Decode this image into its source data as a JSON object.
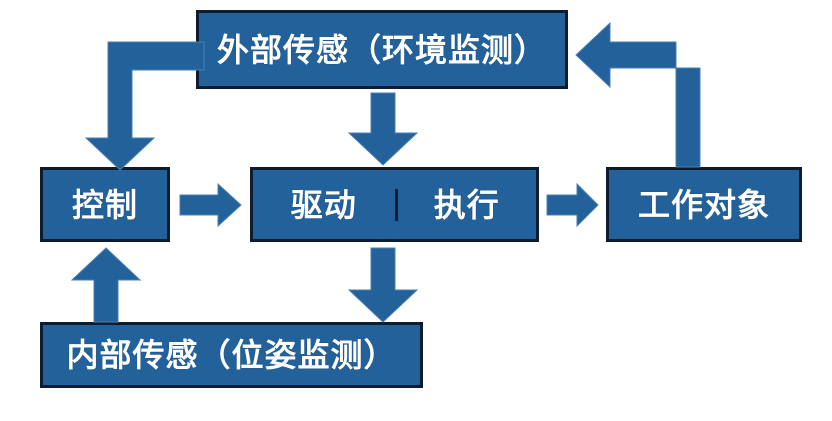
{
  "diagram": {
    "type": "block-flow",
    "title": "",
    "background_color": "#ffffff",
    "node_fill_color": "#23619b",
    "node_border_color": "#0d1c2e",
    "node_text_color": "#ffffff",
    "arrow_fill_color": "#23619b",
    "nodes": [
      {
        "id": "external-sensing",
        "label": "外部传感（环境监测）"
      },
      {
        "id": "control",
        "label": "控制"
      },
      {
        "id": "drive",
        "label": "驱动"
      },
      {
        "id": "execute",
        "label": "执行"
      },
      {
        "id": "work-object",
        "label": "工作对象"
      },
      {
        "id": "internal-sensing",
        "label": "内部传感（位姿监测）"
      }
    ],
    "arrows": [
      {
        "id": "external-sensing-to-control",
        "shape": "elbow-left-down",
        "from": "external-sensing",
        "to": "control"
      },
      {
        "id": "external-sensing-to-drive",
        "shape": "down",
        "from": "external-sensing",
        "to": "drive-execute"
      },
      {
        "id": "control-to-drive",
        "shape": "right",
        "from": "control",
        "to": "drive"
      },
      {
        "id": "execute-to-work-object",
        "shape": "right",
        "from": "execute",
        "to": "work-object"
      },
      {
        "id": "work-object-to-external-sensing",
        "shape": "elbow-up-left",
        "from": "work-object",
        "to": "external-sensing"
      },
      {
        "id": "execute-to-internal-sensing",
        "shape": "down",
        "from": "drive-execute",
        "to": "internal-sensing"
      },
      {
        "id": "internal-sensing-to-control",
        "shape": "up",
        "from": "internal-sensing",
        "to": "control"
      }
    ]
  }
}
